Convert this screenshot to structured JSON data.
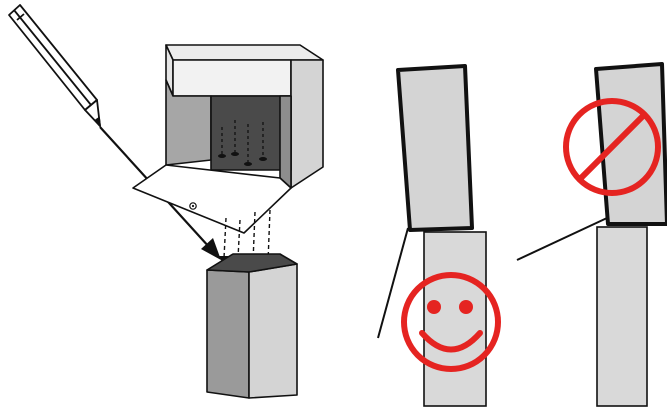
{
  "figure": {
    "panels": [
      {
        "id": "installation",
        "parts": [
          "pencil",
          "mounting-box",
          "hinged-lid",
          "pins",
          "post"
        ]
      },
      {
        "id": "correct-alignment",
        "symbol": "smiley",
        "symbol_color": "#e52421"
      },
      {
        "id": "incorrect-alignment",
        "symbol": "prohibited",
        "symbol_color": "#e52421"
      }
    ],
    "colors": {
      "outline": "#111111",
      "light_gray": "#d4d4d4",
      "mid_gray": "#9a9a9a",
      "dark_gray": "#4a4a4a",
      "sign_red": "#e52421"
    }
  }
}
